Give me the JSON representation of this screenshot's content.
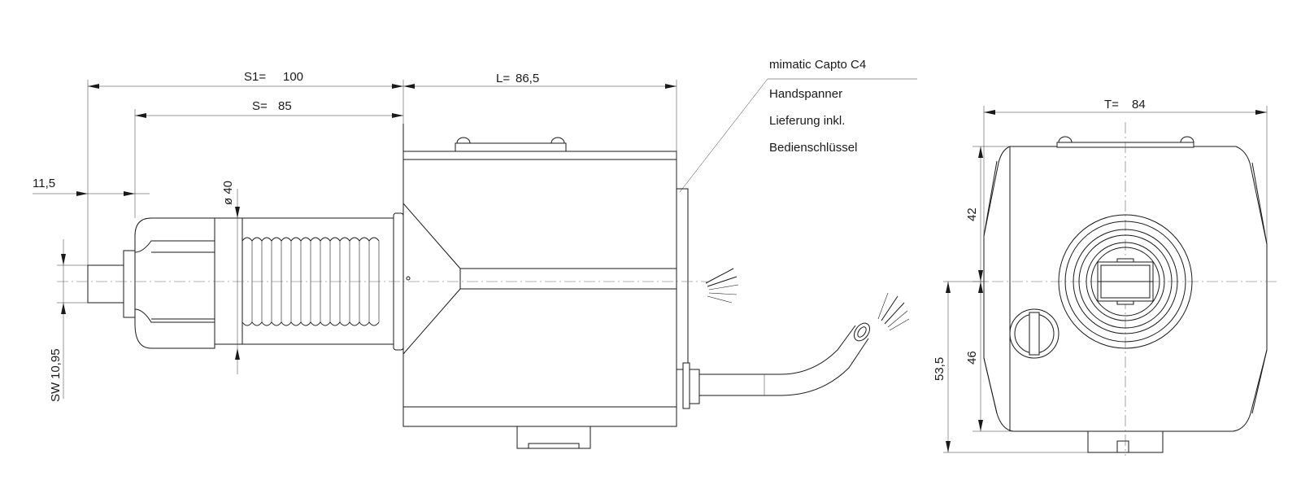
{
  "dimensions": {
    "s1_label": "S1=",
    "s1_value": "100",
    "s_label": "S=",
    "s_value": "85",
    "l_label": "L=",
    "l_value": "86,5",
    "t_label": "T=",
    "t_value": "84",
    "d_11_5": "11,5",
    "d_40": "ø 40",
    "sw_label": "SW",
    "sw_value": "10,95",
    "d_42": "42",
    "d_46": "46",
    "d_53_5": "53,5"
  },
  "notes": [
    "mimatic Capto C4",
    "Handspanner",
    "Lieferung inkl.",
    "Bedienschlüssel"
  ]
}
